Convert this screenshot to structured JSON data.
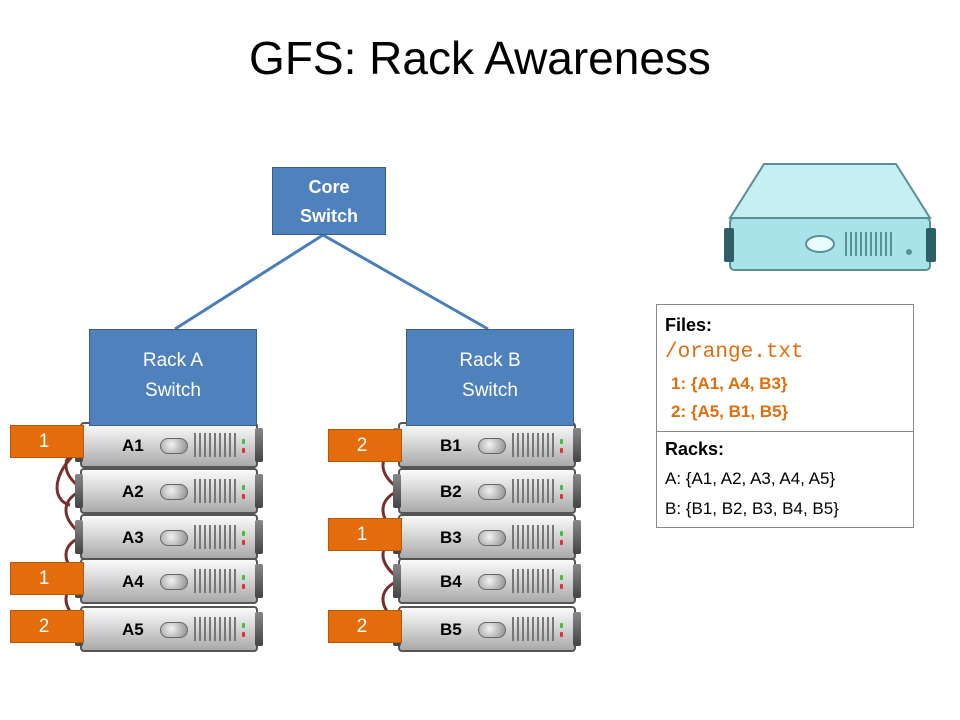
{
  "title": "GFS: Rack Awareness",
  "core_switch": {
    "line1": "Core",
    "line2": "Switch"
  },
  "rack_a": {
    "switch": {
      "line1": "Rack A",
      "line2": "Switch"
    },
    "servers": [
      "A1",
      "A2",
      "A3",
      "A4",
      "A5"
    ],
    "tags": [
      {
        "server": "A1",
        "label": "1"
      },
      {
        "server": "A4",
        "label": "1"
      },
      {
        "server": "A5",
        "label": "2"
      }
    ]
  },
  "rack_b": {
    "switch": {
      "line1": "Rack B",
      "line2": "Switch"
    },
    "servers": [
      "B1",
      "B2",
      "B3",
      "B4",
      "B5"
    ],
    "tags": [
      {
        "server": "B1",
        "label": "2"
      },
      {
        "server": "B3",
        "label": "1"
      },
      {
        "server": "B5",
        "label": "2"
      }
    ]
  },
  "info": {
    "files_heading": "Files:",
    "file_name": "/orange.txt",
    "blocks": [
      "1: {A1, A4, B3}",
      "2: {A5, B1, B5}"
    ],
    "racks_heading": "Racks:",
    "racks": [
      "A: {A1, A2, A3, A4, A5}",
      "B: {B1, B2, B3, B4, B5}"
    ]
  },
  "colors": {
    "switch_fill": "#4f81bd",
    "block_tag": "#e46c0a",
    "cable": "#7a2e2e",
    "link": "#4a7ebb",
    "master_server": "#a9e3ea"
  },
  "icons": {
    "master": "server-icon"
  }
}
